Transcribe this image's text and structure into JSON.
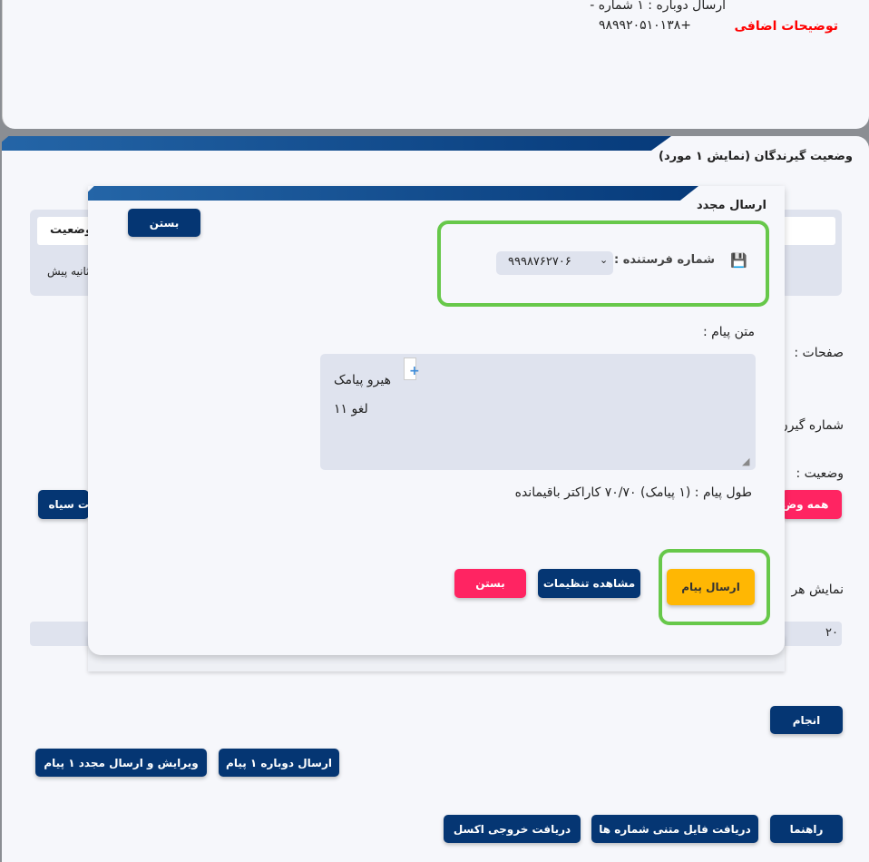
{
  "top": {
    "resend_line": "ارسال دوباره : ۱ شماره -",
    "phone": "+۹۸۹۹۲۰۵۱۰۱۳۸",
    "extra_label": "توضیحات اضافی"
  },
  "status": {
    "title": "وضعیت گیرندگان (نمایش ۱ مورد)",
    "col_header": "وضعیت",
    "cell": "ثانیه پیش",
    "pages_label": "صفحات :",
    "recipient_label": "شماره گیرن",
    "status_label": "وضعیت :",
    "all_status_button": "همه وض",
    "blacklist_button": "ت سیاه",
    "per_page_label": "نمایش هر",
    "per_page_value": "۲۰",
    "done_button": "انجام",
    "resend_button": "ارسال دوباره ۱ پیام",
    "edit_resend_button": "ویرایش و ارسال مجدد ۱ پیام",
    "help_button": "راهنما",
    "download_numbers_button": "دریافت فایل متنی شماره ها",
    "excel_button": "دریافت خروجی اکسل"
  },
  "modal": {
    "title": "ارسال مجدد",
    "close_top": "بستن",
    "sender_label": "شماره فرستنده :",
    "sender_value": "۹۹۹۸۷۶۲۷۰۶",
    "message_label": "متن پیام :",
    "message_line1": "هیرو پیامک",
    "message_line2": "لغو ۱۱",
    "length_info": "طول پیام : (۱ پیامک) ۷۰/۷۰ کاراکتر باقیمانده",
    "send_button": "ارسال پیام",
    "settings_button": "مشاهده تنظیمات",
    "close_button": "بستن"
  },
  "colors": {
    "navy": "#053673",
    "pink": "#ff2462",
    "yellow": "#ffb703",
    "highlight": "#67c84a",
    "red_label": "#ff0000"
  }
}
